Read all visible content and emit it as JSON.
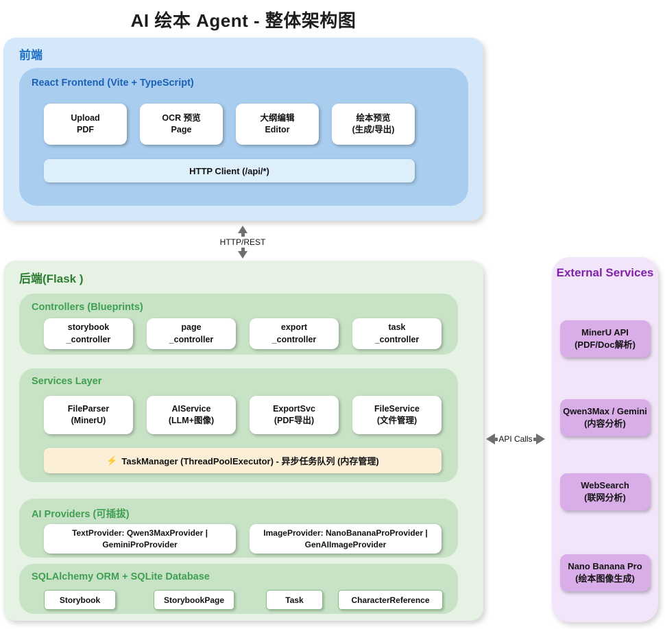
{
  "title": "AI 绘本 Agent - 整体架构图",
  "colors": {
    "frontend_bg": "#d5e8f9",
    "frontend_inner_bg": "#a9cdef",
    "frontend_accent": "#1a6fc4",
    "backend_bg": "#e5f2e4",
    "backend_inner_bg": "#c8e2c6",
    "backend_accent": "#2e7d32",
    "green_header": "#3fa052",
    "task_manager_bg": "#fbefd7",
    "external_bg": "#f2e4f9",
    "external_card_bg": "#d8ade8",
    "external_accent": "#8222ac",
    "arrow_gray": "#6f6f6f"
  },
  "frontend": {
    "label": "前端",
    "inner_label": "React Frontend (Vite + TypeScript)",
    "cards": [
      {
        "line1": "Upload",
        "line2": "PDF"
      },
      {
        "line1": "OCR 预览",
        "line2": "Page"
      },
      {
        "line1": "大纲编辑",
        "line2": "Editor"
      },
      {
        "line1": "绘本预览",
        "line2": "(生成/导出)"
      }
    ],
    "http_client": "HTTP Client (/api/*)"
  },
  "connectors": {
    "frontend_backend": "HTTP/REST",
    "backend_external": "API Calls"
  },
  "backend": {
    "label": "后端(Flask )",
    "controllers": {
      "label": "Controllers (Blueprints)",
      "cards": [
        {
          "line1": "storybook",
          "line2": "_controller"
        },
        {
          "line1": "page",
          "line2": "_controller"
        },
        {
          "line1": "export",
          "line2": "_controller"
        },
        {
          "line1": "task",
          "line2": "_controller"
        }
      ]
    },
    "services": {
      "label": "Services Layer",
      "cards": [
        {
          "line1": "FileParser",
          "line2": "(MinerU)"
        },
        {
          "line1": "AIService",
          "line2": "(LLM+图像)"
        },
        {
          "line1": "ExportSvc",
          "line2": "(PDF导出)"
        },
        {
          "line1": "FileService",
          "line2": "(文件管理)"
        }
      ],
      "task_manager": {
        "icon": "⚡",
        "text": "TaskManager (ThreadPoolExecutor) - 异步任务队列 (内存管理)"
      }
    },
    "providers": {
      "label": "AI Providers (可插拔)",
      "cards": [
        {
          "line1": "TextProvider: Qwen3MaxProvider |",
          "line2": "GeminiProProvider"
        },
        {
          "line1": "ImageProvider: NanoBananaProProvider |",
          "line2": "GenAIImageProvider"
        }
      ]
    },
    "database": {
      "label": "SQLAlchemy ORM + SQLite Database",
      "cards": [
        "Storybook",
        "StorybookPage",
        "Task",
        "CharacterReference"
      ]
    }
  },
  "external": {
    "label": "External Services",
    "cards": [
      {
        "line1": "MinerU API",
        "line2": "(PDF/Doc解析)"
      },
      {
        "line1": "Qwen3Max / Gemini",
        "line2": "(内容分析)"
      },
      {
        "line1": "WebSearch",
        "line2": "(联网分析)"
      },
      {
        "line1": "Nano Banana Pro",
        "line2": "(绘本图像生成)"
      }
    ]
  }
}
